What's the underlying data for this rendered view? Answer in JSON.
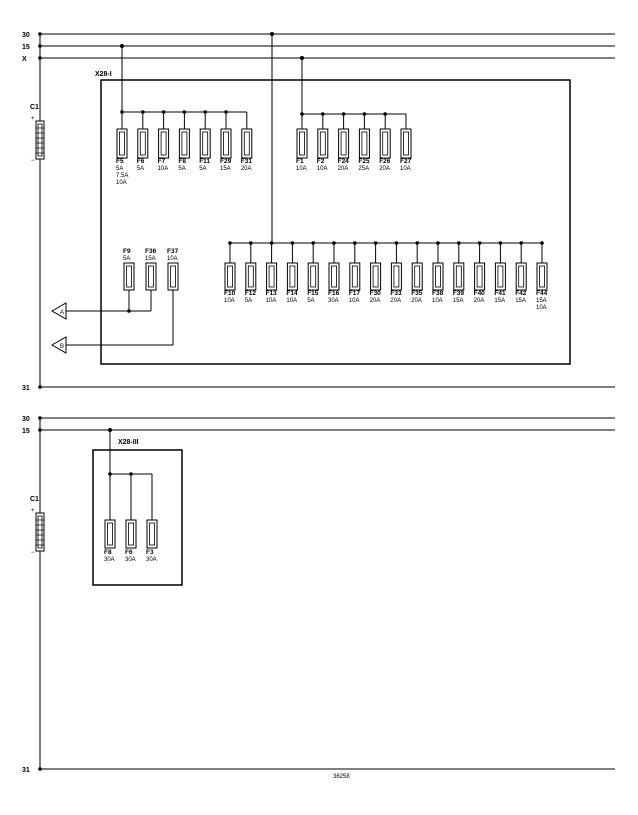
{
  "buses": {
    "top": [
      "30",
      "15",
      "X",
      "31"
    ],
    "bottom": [
      "30",
      "15",
      "31"
    ]
  },
  "battery_label": "C1",
  "battery_plus": "+",
  "battery_minus": "−",
  "boxes": {
    "x28_i": "X28-I",
    "x28_iii": "X28-III"
  },
  "connectors": {
    "a": "A",
    "b": "B"
  },
  "fuse_groups": {
    "group_15": [
      {
        "name": "F5",
        "ratings": [
          "5A",
          "7.5A",
          "10A"
        ]
      },
      {
        "name": "F6",
        "ratings": [
          "5A"
        ]
      },
      {
        "name": "F7",
        "ratings": [
          "10A"
        ]
      },
      {
        "name": "F8",
        "ratings": [
          "5A"
        ]
      },
      {
        "name": "F11",
        "ratings": [
          "5A"
        ]
      },
      {
        "name": "F29",
        "ratings": [
          "15A"
        ]
      },
      {
        "name": "F31",
        "ratings": [
          "20A"
        ]
      }
    ],
    "group_x": [
      {
        "name": "F1",
        "ratings": [
          "10A"
        ]
      },
      {
        "name": "F2",
        "ratings": [
          "10A"
        ]
      },
      {
        "name": "F24",
        "ratings": [
          "20A"
        ]
      },
      {
        "name": "F25",
        "ratings": [
          "25A"
        ]
      },
      {
        "name": "F26",
        "ratings": [
          "20A"
        ]
      },
      {
        "name": "F27",
        "ratings": [
          "10A"
        ]
      }
    ],
    "group_30": [
      {
        "name": "F10",
        "ratings": [
          "10A"
        ]
      },
      {
        "name": "F12",
        "ratings": [
          "5A"
        ]
      },
      {
        "name": "F13",
        "ratings": [
          "10A"
        ]
      },
      {
        "name": "F14",
        "ratings": [
          "10A"
        ]
      },
      {
        "name": "F15",
        "ratings": [
          "5A"
        ]
      },
      {
        "name": "F16",
        "ratings": [
          "30A"
        ]
      },
      {
        "name": "F17",
        "ratings": [
          "10A"
        ]
      },
      {
        "name": "F30",
        "ratings": [
          "20A"
        ]
      },
      {
        "name": "F33",
        "ratings": [
          "20A"
        ]
      },
      {
        "name": "F35",
        "ratings": [
          "20A"
        ]
      },
      {
        "name": "F38",
        "ratings": [
          "10A"
        ]
      },
      {
        "name": "F39",
        "ratings": [
          "15A"
        ]
      },
      {
        "name": "F40",
        "ratings": [
          "20A"
        ]
      },
      {
        "name": "F41",
        "ratings": [
          "15A"
        ]
      },
      {
        "name": "F42",
        "ratings": [
          "15A"
        ]
      },
      {
        "name": "F44",
        "ratings": [
          "15A",
          "10A"
        ]
      }
    ],
    "group_ab": [
      {
        "name": "F9",
        "ratings": [
          "5A"
        ]
      },
      {
        "name": "F36",
        "ratings": [
          "15A"
        ]
      },
      {
        "name": "F37",
        "ratings": [
          "10A"
        ]
      }
    ],
    "group_iii": [
      {
        "name": "F8",
        "ratings": [
          "30A"
        ]
      },
      {
        "name": "F6",
        "ratings": [
          "30A"
        ]
      },
      {
        "name": "F3",
        "ratings": [
          "30A"
        ]
      }
    ]
  },
  "footer_code": "36258"
}
